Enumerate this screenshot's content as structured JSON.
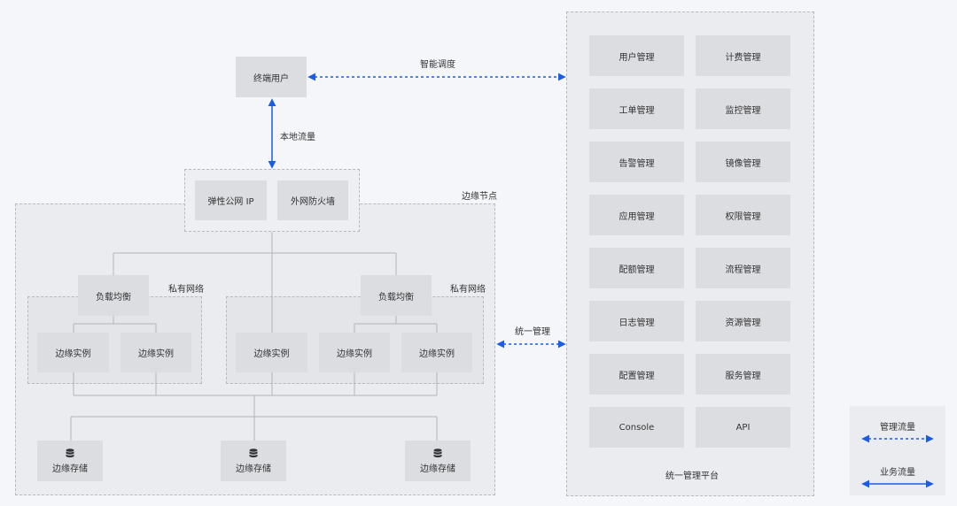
{
  "end_user": "终端用户",
  "smart_dispatch": "智能调度",
  "local_traffic": "本地流量",
  "unified_mgmt": "统一管理",
  "edge_node": {
    "label": "边缘节点",
    "gateway": {
      "eip": "弹性公网 IP",
      "firewall": "外网防火墙"
    },
    "left_network": {
      "label": "私有网络",
      "lb": "负载均衡",
      "instances": [
        "边缘实例",
        "边缘实例"
      ]
    },
    "right_network": {
      "label": "私有网络",
      "lb": "负载均衡",
      "instances": [
        "边缘实例",
        "边缘实例",
        "边缘实例"
      ]
    },
    "storage": [
      "边缘存储",
      "边缘存储",
      "边缘存储"
    ]
  },
  "platform": {
    "label": "统一管理平台",
    "modules": [
      "用户管理",
      "计费管理",
      "工单管理",
      "监控管理",
      "告警管理",
      "镜像管理",
      "应用管理",
      "权限管理",
      "配额管理",
      "流程管理",
      "日志管理",
      "资源管理",
      "配置管理",
      "服务管理",
      "Console",
      "API"
    ]
  },
  "legend": {
    "mgmt_flow": "管理流量",
    "biz_flow": "业务流量"
  },
  "colors": {
    "accent": "#1a5ce6",
    "box": "#dcdde1",
    "region": "#ebecf0"
  }
}
